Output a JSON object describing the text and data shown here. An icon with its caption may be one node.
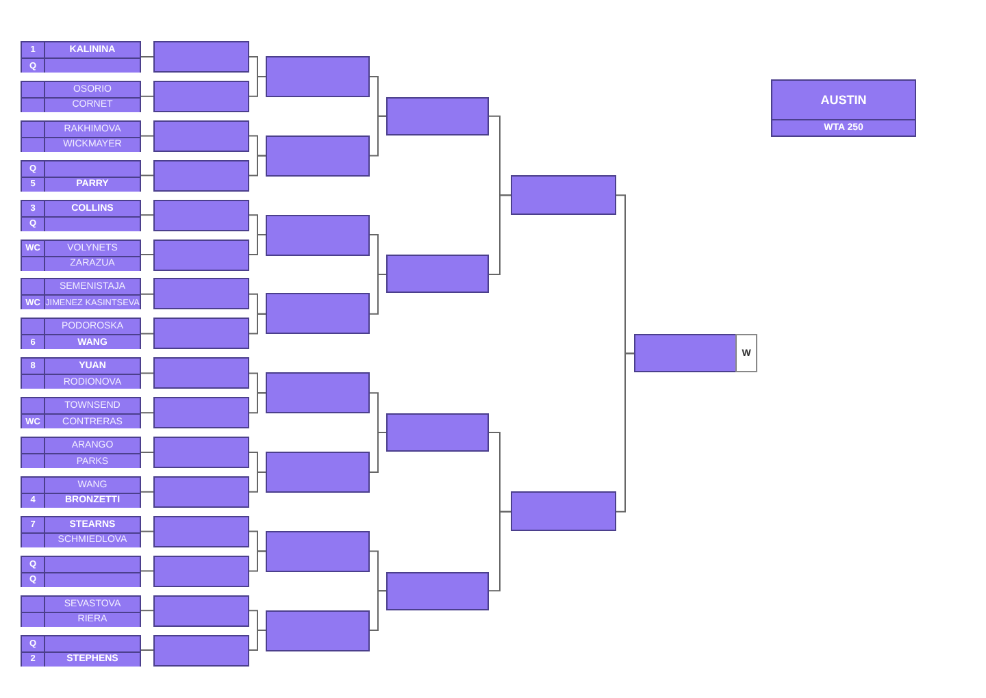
{
  "diagram": {
    "nodes": [
      {
        "text": [],
        "shape": "box"
      },
      {
        "text": [
          "1",
          "KALININA"
        ],
        "in": 0
      },
      {
        "text": [
          "Q"
        ],
        "in": 0
      },
      {
        "text": [],
        "shape": "box"
      },
      {
        "text": [
          "OSORIO"
        ],
        "in": 3
      },
      {
        "text": [
          "CORNET"
        ],
        "in": 3
      },
      {
        "text": [],
        "shape": "box"
      },
      {
        "text": [
          "RAKHIMOVA"
        ],
        "in": 6
      },
      {
        "text": [
          "WICKMAYER"
        ],
        "in": 6
      },
      {
        "text": [],
        "shape": "box"
      },
      {
        "text": [
          "Q"
        ],
        "in": 9
      },
      {
        "text": [
          "5",
          "PARRY"
        ],
        "in": 9
      },
      {
        "text": [],
        "shape": "box"
      },
      {
        "text": [
          "3",
          "COLLINS"
        ],
        "in": 12
      },
      {
        "text": [
          "Q"
        ],
        "in": 12
      },
      {
        "text": [],
        "shape": "box"
      },
      {
        "text": [
          "WC",
          "VOLYNETS"
        ],
        "in": 15
      },
      {
        "text": [
          "ZARAZUA"
        ],
        "in": 15
      },
      {
        "text": [],
        "shape": "box"
      },
      {
        "text": [
          "SEMENISTAJA"
        ],
        "in": 18
      },
      {
        "text": [
          "WC",
          "JIMENEZ KASINTSEVA"
        ],
        "in": 18
      },
      {
        "text": [],
        "shape": "box"
      },
      {
        "text": [
          "PODOROSKA"
        ],
        "in": 21
      },
      {
        "text": [
          "6",
          "WANG"
        ],
        "in": 21
      },
      {
        "text": [],
        "shape": "box"
      },
      {
        "text": [
          "8",
          "YUAN"
        ],
        "in": 24
      },
      {
        "text": [
          "RODIONOVA"
        ],
        "in": 24
      },
      {
        "text": [],
        "shape": "box"
      },
      {
        "text": [
          "TOWNSEND"
        ],
        "in": 27
      },
      {
        "text": [
          "WC",
          "CONTRERAS"
        ],
        "in": 27
      },
      {
        "text": [],
        "shape": "box"
      },
      {
        "text": [
          "ARANGO"
        ],
        "in": 30
      },
      {
        "text": [
          "PARKS"
        ],
        "in": 30
      },
      {
        "text": [],
        "shape": "box"
      },
      {
        "text": [
          "WANG"
        ],
        "in": 33
      },
      {
        "text": [
          "4",
          "BRONZETTI"
        ],
        "in": 33
      },
      {
        "text": [],
        "shape": "box"
      },
      {
        "text": [
          "7",
          "STEARNS"
        ],
        "in": 36
      },
      {
        "text": [
          "SCHMIEDLOVA"
        ],
        "in": 36
      },
      {
        "text": [],
        "shape": "box"
      },
      {
        "text": [
          "Q"
        ],
        "in": 39
      },
      {
        "text": [
          "Q"
        ],
        "in": 39
      },
      {
        "text": [],
        "shape": "box"
      },
      {
        "text": [
          "SEVASTOVA"
        ],
        "in": 42
      },
      {
        "text": [
          "RIERA"
        ],
        "in": 42
      },
      {
        "text": [],
        "shape": "box"
      },
      {
        "text": [
          "Q"
        ],
        "in": 45
      },
      {
        "text": [
          "2",
          "STEPHENS"
        ],
        "in": 45
      },
      {
        "text": [],
        "shape": "box"
      },
      {
        "text": [],
        "shape": "box"
      },
      {
        "text": [],
        "shape": "box"
      },
      {
        "text": [],
        "shape": "box"
      },
      {
        "text": [],
        "shape": "box"
      },
      {
        "text": [],
        "shape": "box"
      },
      {
        "text": [],
        "shape": "box"
      },
      {
        "text": [],
        "shape": "box"
      },
      {
        "text": [],
        "shape": "box"
      },
      {
        "text": [],
        "shape": "box"
      },
      {
        "text": [],
        "shape": "box"
      },
      {
        "text": [],
        "shape": "box"
      },
      {
        "text": [],
        "shape": "box"
      },
      {
        "text": [],
        "shape": "box"
      },
      {
        "text": [],
        "shape": "box"
      },
      {
        "text": [],
        "shape": "box"
      },
      {
        "text": [],
        "shape": "box"
      },
      {
        "text": [],
        "shape": "box"
      },
      {
        "text": [],
        "shape": "box"
      },
      {
        "text": [],
        "shape": "box"
      },
      {
        "text": [],
        "shape": "box"
      },
      {
        "text": [],
        "shape": "box"
      },
      {
        "text": [],
        "shape": "box"
      },
      {
        "text": [],
        "shape": "box"
      },
      {
        "text": [],
        "shape": "box"
      },
      {
        "text": [],
        "shape": "box"
      },
      {
        "text": [],
        "shape": "box"
      },
      {
        "text": [],
        "shape": "box"
      },
      {
        "text": [],
        "shape": "box"
      },
      {
        "text": [],
        "shape": "box"
      },
      {
        "text": [],
        "shape": "box",
        "beside": [
          "W"
        ]
      },
      {
        "text": [
          "AUSTIN",
          "WTA 250"
        ]
      }
    ],
    "edges": [
      {
        "from": 0,
        "to": 48,
        "arrow": "none"
      },
      {
        "from": 3,
        "to": 49,
        "arrow": "none"
      },
      {
        "from": 6,
        "to": 50,
        "arrow": "none"
      },
      {
        "from": 9,
        "to": 51,
        "arrow": "none"
      },
      {
        "from": 12,
        "to": 52,
        "arrow": "none"
      },
      {
        "from": 15,
        "to": 53,
        "arrow": "none"
      },
      {
        "from": 18,
        "to": 54,
        "arrow": "none"
      },
      {
        "from": 21,
        "to": 55,
        "arrow": "none"
      },
      {
        "from": 24,
        "to": 56,
        "arrow": "none"
      },
      {
        "from": 27,
        "to": 57,
        "arrow": "none"
      },
      {
        "from": 30,
        "to": 58,
        "arrow": "none"
      },
      {
        "from": 33,
        "to": 59,
        "arrow": "none"
      },
      {
        "from": 36,
        "to": 60,
        "arrow": "none"
      },
      {
        "from": 39,
        "to": 61,
        "arrow": "none"
      },
      {
        "from": 42,
        "to": 62,
        "arrow": "none"
      },
      {
        "from": 45,
        "to": 63,
        "arrow": "none"
      },
      {
        "from": 48,
        "to": 64,
        "arrow": "none"
      },
      {
        "from": 49,
        "to": 64,
        "arrow": "none"
      },
      {
        "from": 50,
        "to": 65,
        "arrow": "none"
      },
      {
        "from": 51,
        "to": 65,
        "arrow": "none"
      },
      {
        "from": 52,
        "to": 66,
        "arrow": "none"
      },
      {
        "from": 53,
        "to": 66,
        "arrow": "none"
      },
      {
        "from": 54,
        "to": 67,
        "arrow": "none"
      },
      {
        "from": 55,
        "to": 67,
        "arrow": "none"
      },
      {
        "from": 56,
        "to": 68,
        "arrow": "none"
      },
      {
        "from": 57,
        "to": 68,
        "arrow": "none"
      },
      {
        "from": 58,
        "to": 69,
        "arrow": "none"
      },
      {
        "from": 59,
        "to": 69,
        "arrow": "none"
      },
      {
        "from": 60,
        "to": 70,
        "arrow": "none"
      },
      {
        "from": 61,
        "to": 70,
        "arrow": "none"
      },
      {
        "from": 62,
        "to": 71,
        "arrow": "none"
      },
      {
        "from": 63,
        "to": 71,
        "arrow": "none"
      },
      {
        "from": 64,
        "to": 72,
        "arrow": "none"
      },
      {
        "from": 65,
        "to": 72,
        "arrow": "none"
      },
      {
        "from": 66,
        "to": 73,
        "arrow": "none"
      },
      {
        "from": 67,
        "to": 73,
        "arrow": "none"
      },
      {
        "from": 68,
        "to": 74,
        "arrow": "none"
      },
      {
        "from": 69,
        "to": 74,
        "arrow": "none"
      },
      {
        "from": 70,
        "to": 75,
        "arrow": "none"
      },
      {
        "from": 71,
        "to": 75,
        "arrow": "none"
      },
      {
        "from": 72,
        "to": 76,
        "arrow": "none"
      },
      {
        "from": 73,
        "to": 76,
        "arrow": "none"
      },
      {
        "from": 74,
        "to": 77,
        "arrow": "none"
      },
      {
        "from": 75,
        "to": 77,
        "arrow": "none"
      },
      {
        "from": 76,
        "to": 78,
        "arrow": "none"
      },
      {
        "from": 77,
        "to": 78,
        "arrow": "none"
      }
    ]
  }
}
